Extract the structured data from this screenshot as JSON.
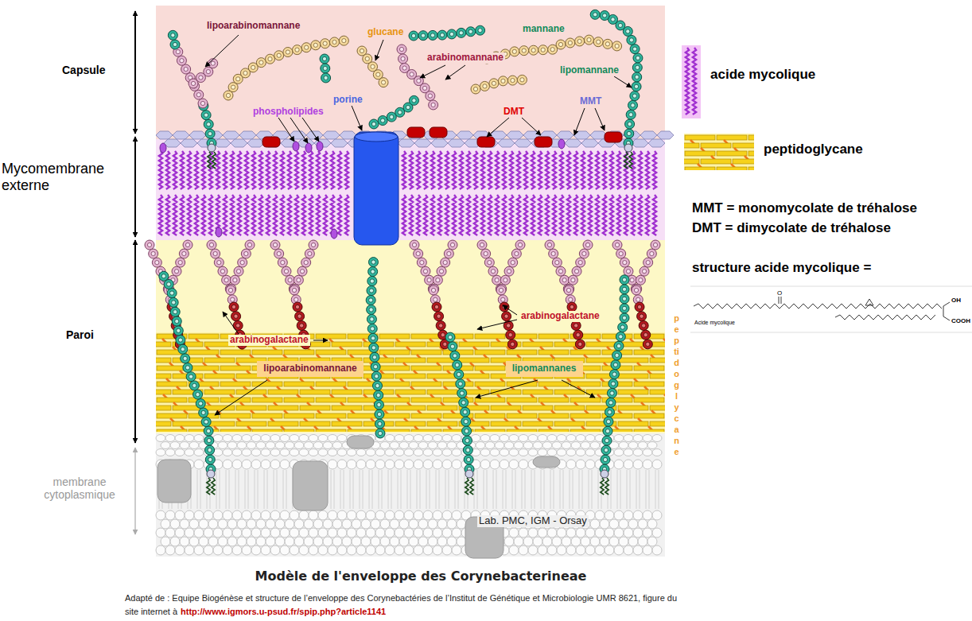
{
  "diagram": {
    "title": "Modèle de l'enveloppe des Corynebacterineae",
    "caption": "Adapté de : Equipe Biogénèse et structure de l’enveloppe des Corynebactéries de l’Institut de Génétique et Microbiologie UMR 8621, figure du site internet à",
    "nodes": [
      {
        "text": [
          "lipoarabinomannane"
        ]
      },
      {
        "text": [
          "lipomannanes"
        ]
      }
    ],
    "labels": [
      "Capsule",
      "Mycomembrane externe",
      "Paroi",
      "membrane cytoplasmique",
      "lipoarabinomannane",
      "glucane",
      "mannane",
      "arabinomannane",
      "lipomannane",
      "phospholipides",
      "porine",
      "DMT",
      "MMT",
      "arabinogalactane",
      "arabinogalactane",
      "peptidoglycane",
      "Lab. PMC, IGM - Orsay",
      "MMT = monomycolate de tréhalose",
      "DMT = dimycolate de tréhalose",
      "structure acide mycolique =",
      "O",
      "OH",
      "COOH",
      "Acide mycolique",
      "http://www.igmors.u-psud.fr/spip.php?article1141"
    ],
    "legend": [
      {
        "text": "acide mycolique"
      },
      {
        "text": "peptidoglycane"
      }
    ]
  }
}
